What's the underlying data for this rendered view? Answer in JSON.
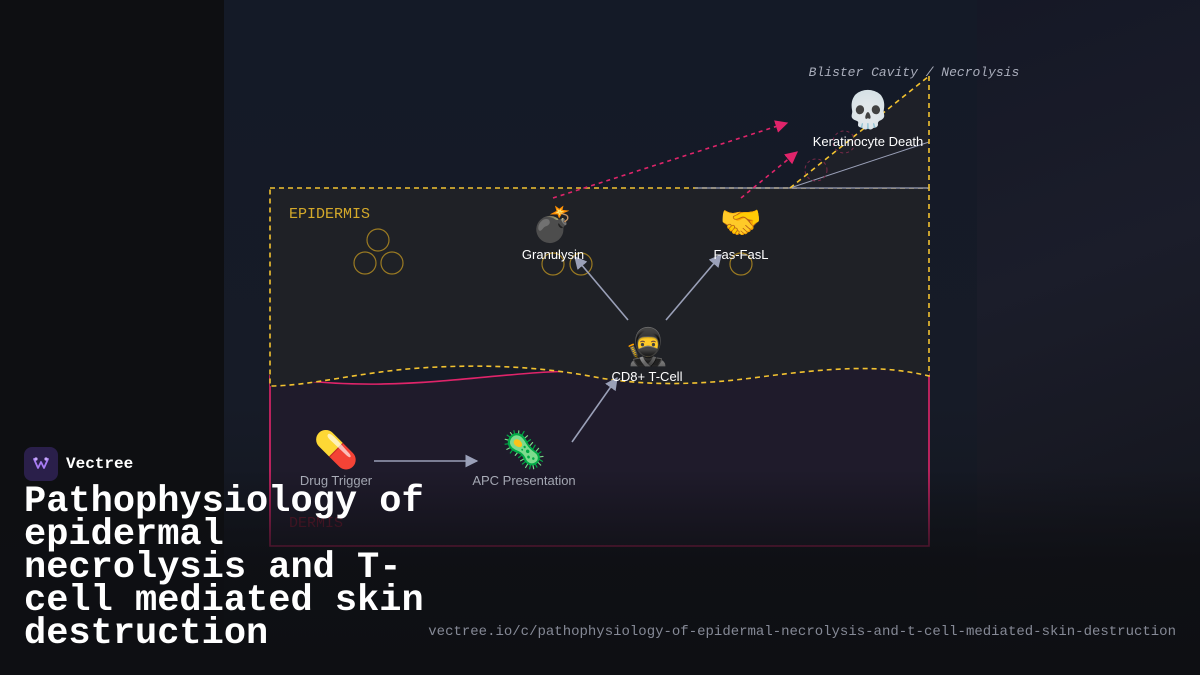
{
  "layers": {
    "epidermis_label": "EPIDERMIS",
    "dermis_label": "DERMIS"
  },
  "nodes": {
    "blister_label": "Blister Cavity / Necrolysis",
    "keratinocyte": {
      "label": "Keratinocyte Death",
      "icon": "skull-icon"
    },
    "granulysin": {
      "label": "Granulysin",
      "icon": "bomb-icon"
    },
    "fas_fasl": {
      "label": "Fas-FasL",
      "icon": "handshake-icon"
    },
    "cd8_tcell": {
      "label": "CD8+ T-Cell",
      "icon": "ninja-icon"
    },
    "drug_trigger": {
      "label": "Drug Trigger",
      "icon": "pill-icon"
    },
    "apc": {
      "label": "APC Presentation",
      "icon": "microbe-icon"
    }
  },
  "colors": {
    "epidermis_border": "#f2c230",
    "dermis_border": "#e0246a",
    "effector_arrow": "#e0246a",
    "flow_arrow": "#9aa0b8"
  },
  "branding": {
    "name": "Vectree"
  },
  "title": "Pathophysiology of epidermal necrolysis and T-cell mediated skin destruction",
  "url": "vectree.io/c/pathophysiology-of-epidermal-necrolysis-and-t-cell-mediated-skin-destruction"
}
